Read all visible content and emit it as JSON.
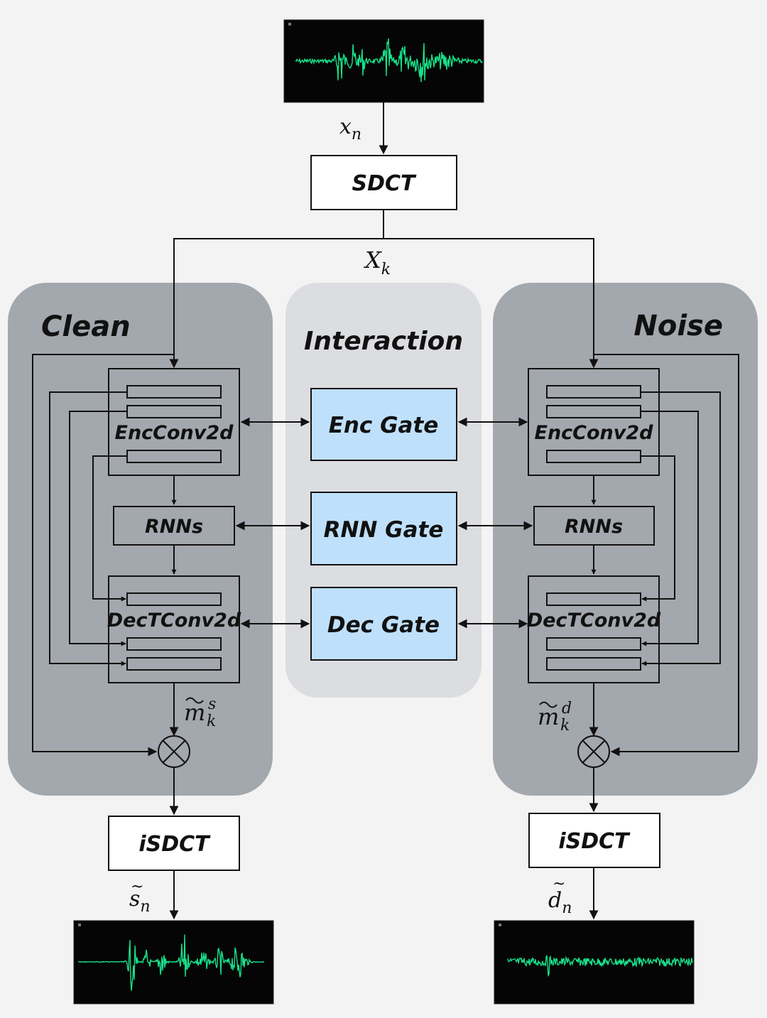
{
  "colors": {
    "background": "#f3f3f3",
    "panel_side": "#a3a8ae",
    "panel_center": "#dcdde0",
    "gate_fill": "#bfe0fb",
    "waveform": "#18e08a",
    "scope_bg": "#050505"
  },
  "top": {
    "input_label": "x",
    "input_sub": "n",
    "sdct_label": "SDCT",
    "spectrum_label": "X",
    "spectrum_sub": "k"
  },
  "clean": {
    "title": "Clean",
    "enc_label": "EncConv2d",
    "rnn_label": "RNNs",
    "dec_label": "DecTConv2d",
    "mask_base": "m",
    "mask_sup": "s",
    "mask_sub": "k",
    "isdct_label": "iSDCT",
    "output_label": "s",
    "output_sub": "n"
  },
  "interaction": {
    "title": "Interaction",
    "enc_gate": "Enc Gate",
    "rnn_gate": "RNN Gate",
    "dec_gate": "Dec Gate"
  },
  "noise": {
    "title": "Noise",
    "enc_label": "EncConv2d",
    "rnn_label": "RNNs",
    "dec_label": "DecTConv2d",
    "mask_base": "m",
    "mask_sup": "d",
    "mask_sub": "k",
    "isdct_label": "iSDCT",
    "output_label": "d",
    "output_sub": "n"
  },
  "icons": {
    "multiply": "circled-times-icon",
    "waveform": "waveform-icon"
  }
}
